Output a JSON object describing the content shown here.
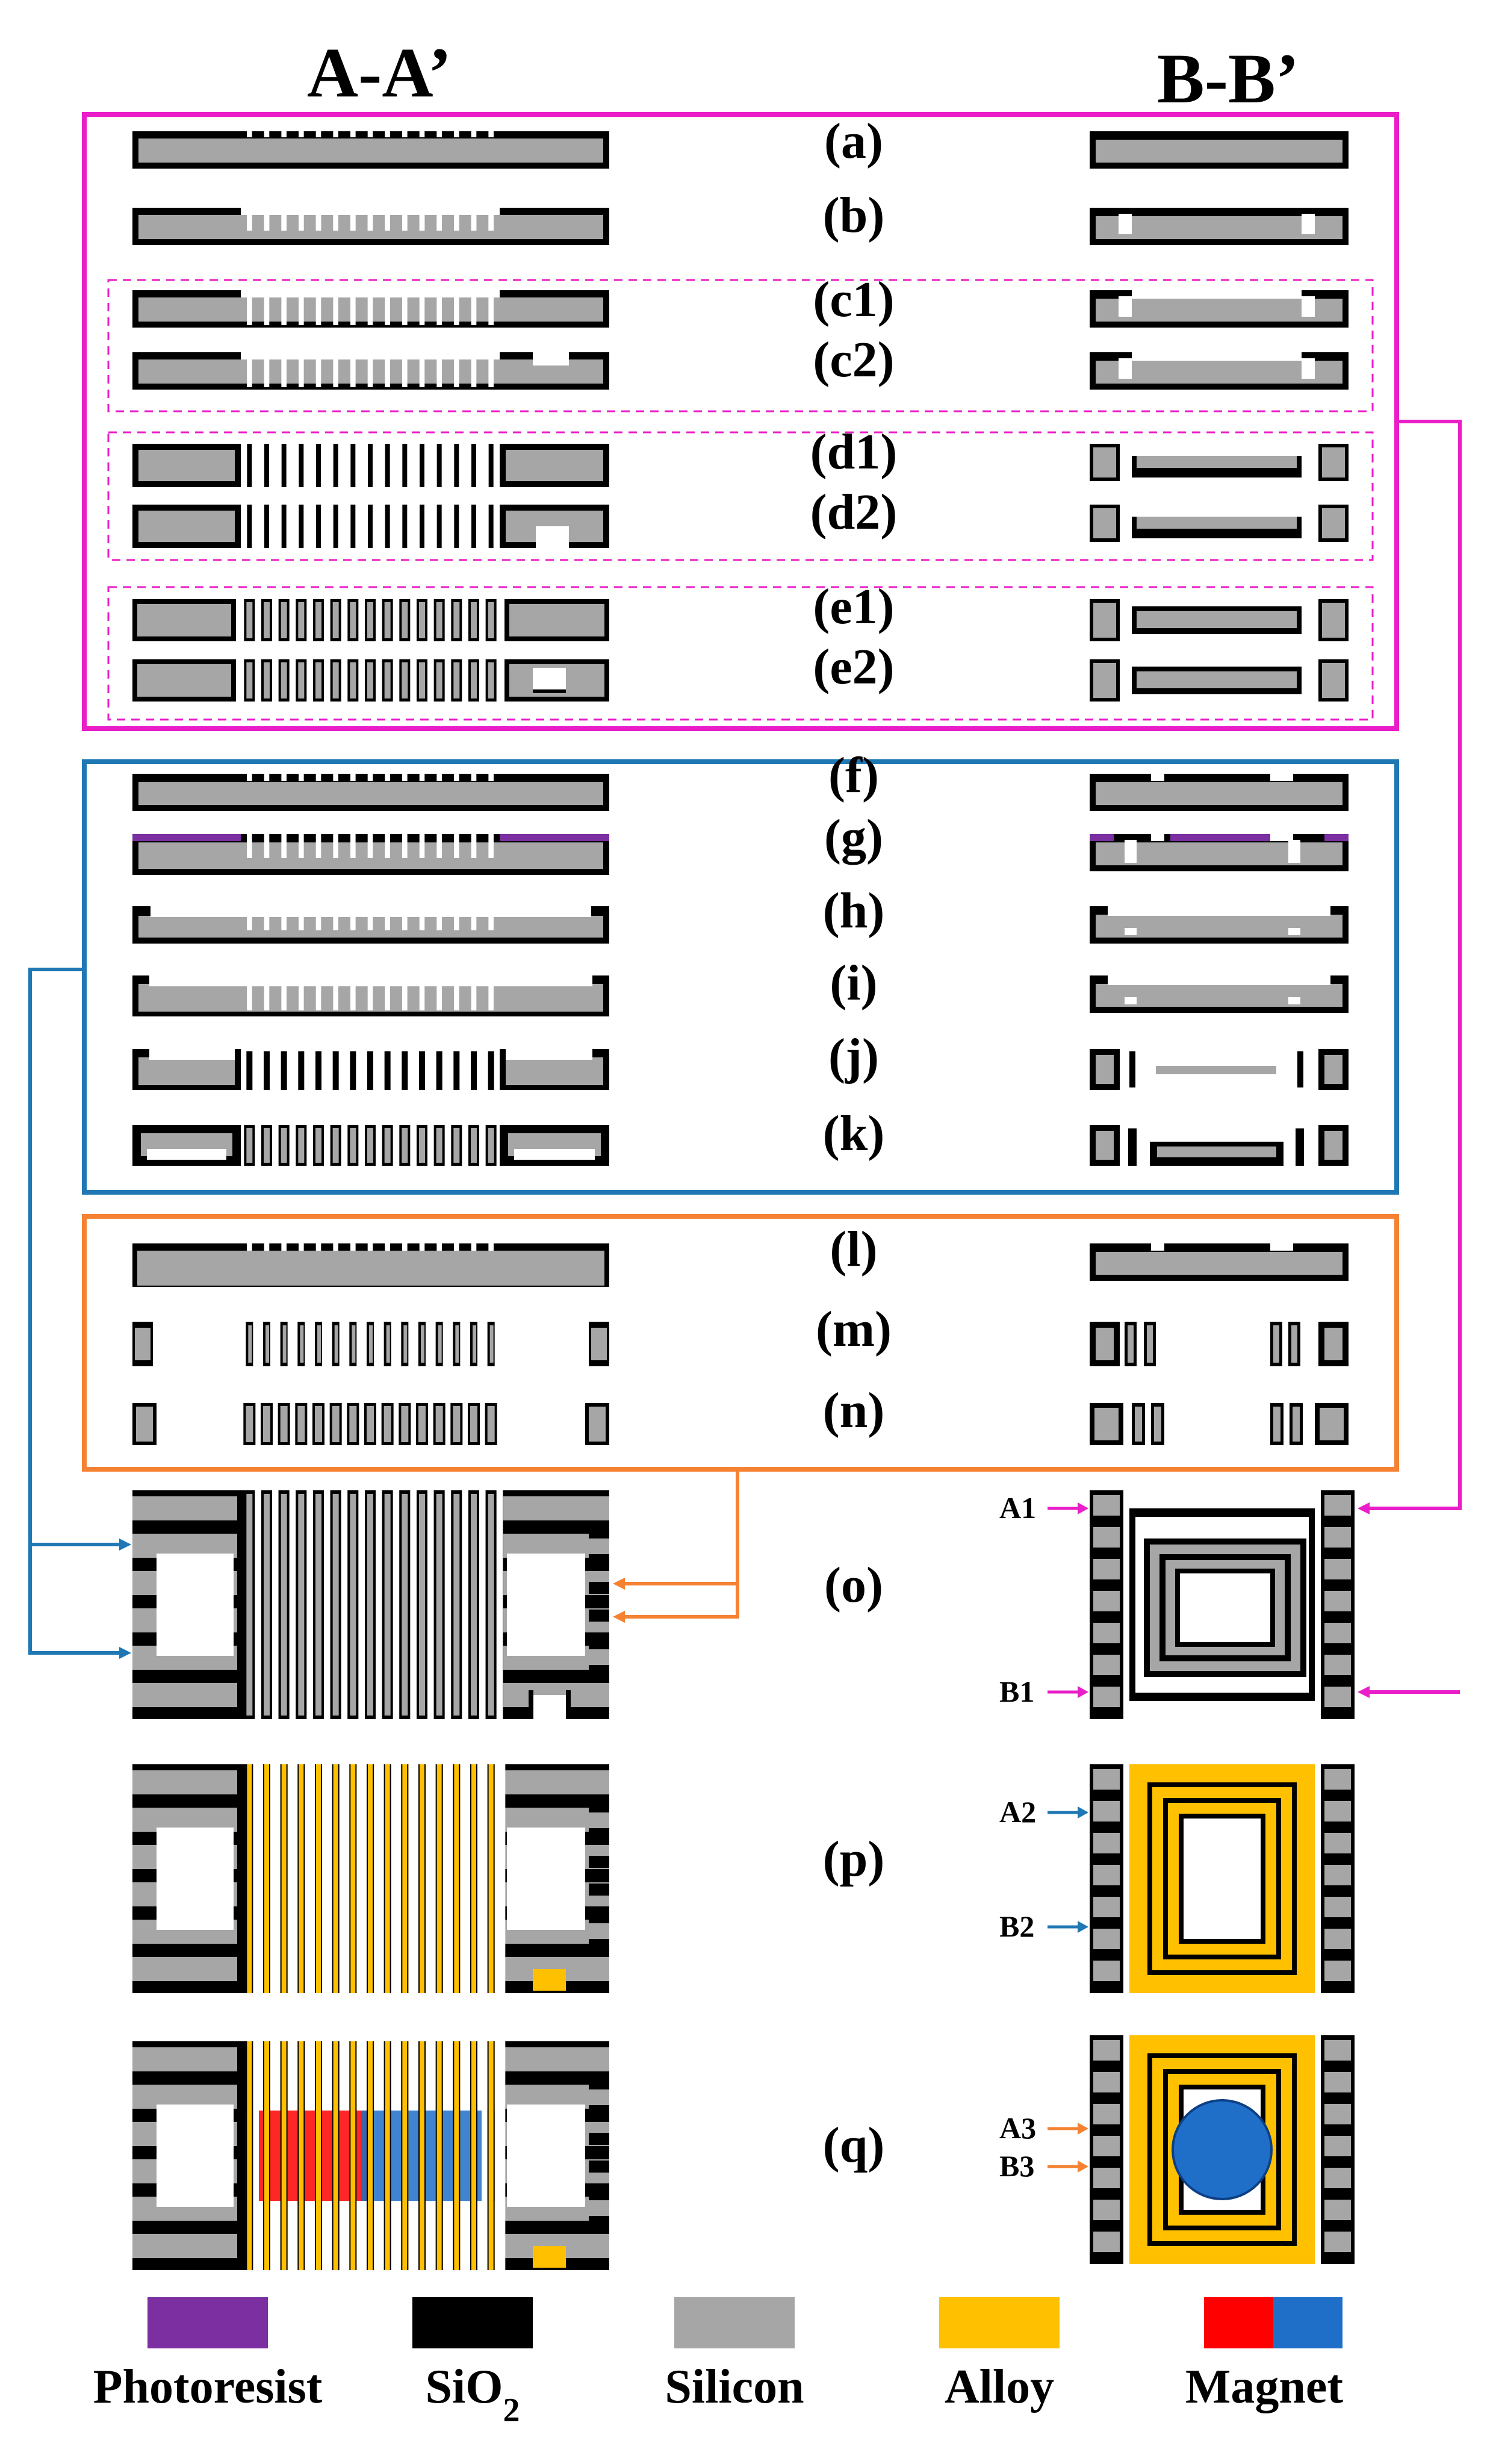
{
  "headers": {
    "left": "A-A’",
    "right": "B-B’"
  },
  "step_labels": [
    "(a)",
    "(b)",
    "(c1)",
    "(c2)",
    "(d1)",
    "(d2)",
    "(e1)",
    "(e2)",
    "(f)",
    "(g)",
    "(h)",
    "(i)",
    "(j)",
    "(k)",
    "(l)",
    "(m)",
    "(n)",
    "(o)",
    "(p)",
    "(q)"
  ],
  "groups": [
    {
      "name": "group-a-e",
      "color": "#e91ec8"
    },
    {
      "name": "group-f-k",
      "color": "#1f78b4"
    },
    {
      "name": "group-l-n",
      "color": "#f58233"
    }
  ],
  "arrow_labels": [
    {
      "text": "A1",
      "color": "#e91ec8"
    },
    {
      "text": "B1",
      "color": "#e91ec8"
    },
    {
      "text": "A2",
      "color": "#1f78b4"
    },
    {
      "text": "B2",
      "color": "#1f78b4"
    },
    {
      "text": "A3",
      "color": "#f58233"
    },
    {
      "text": "B3",
      "color": "#f58233"
    }
  ],
  "legend": [
    {
      "label": "Photoresist",
      "color": "#7b2fa0"
    },
    {
      "label": "SiO",
      "sub": "2",
      "color": "#000000"
    },
    {
      "label": "Silicon",
      "color": "#a6a6a6"
    },
    {
      "label": "Alloy",
      "color": "#ffc000"
    },
    {
      "label": "Magnet",
      "colors": [
        "#ff0000",
        "#1f6fc9"
      ]
    }
  ],
  "materials": {
    "sio2": "#000000",
    "silicon": "#a6a6a6",
    "photoresist": "#7b2fa0",
    "alloy": "#ffc000",
    "magnet_red": "#ff0000",
    "magnet_blue": "#1f6fc9"
  }
}
